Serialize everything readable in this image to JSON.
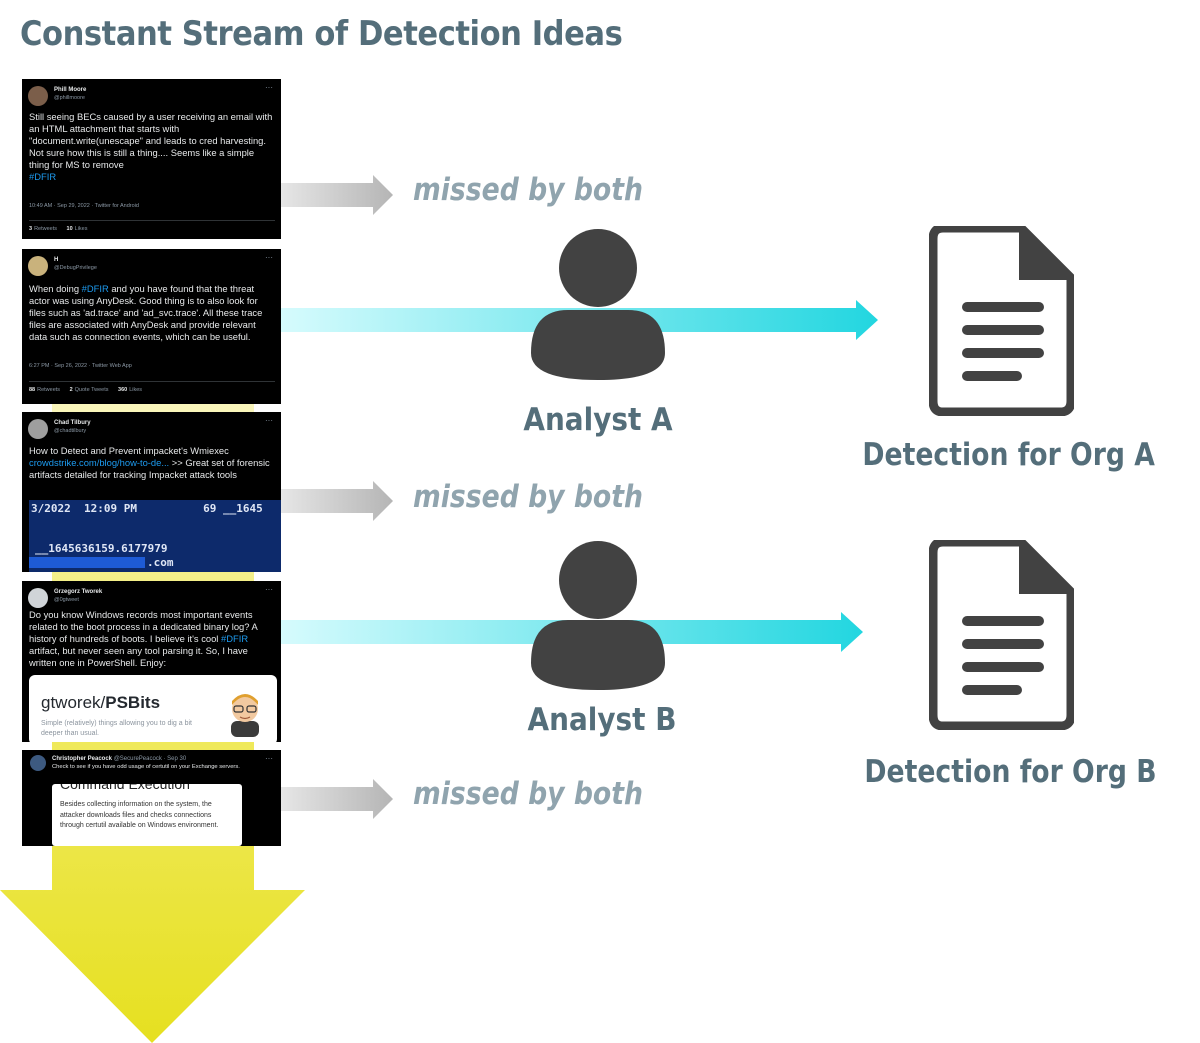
{
  "title": "Constant Stream of Detection Ideas",
  "missed_label": "missed by both",
  "analysts": [
    {
      "label": "Analyst A",
      "detection": "Detection for Org A"
    },
    {
      "label": "Analyst B",
      "detection": "Detection for Org B"
    }
  ],
  "tweets": [
    {
      "name": "Phill Moore",
      "handle": "@phillmoore",
      "body": [
        "Still seeing BECs caused by a user receiving an email with an HTML attachment that starts with \"document.write(unescape\" and leads to cred harvesting.",
        "Not sure how this is still a thing.... Seems like a simple thing for MS to remove"
      ],
      "hashtag": "#DFIR",
      "meta": "10:49 AM · Sep 29, 2022 · Twitter for Android",
      "stats": [
        {
          "n": "3",
          "l": "Retweets"
        },
        {
          "n": "10",
          "l": "Likes"
        }
      ]
    },
    {
      "name": "H",
      "handle": "@DebugPrivilege",
      "body_pre": "When doing ",
      "hashtag": "#DFIR",
      "body_post": " and you have found that the threat actor was using AnyDesk. Good thing is to also look for files such as 'ad.trace' and 'ad_svc.trace'. All these trace files are associated with AnyDesk and provide relevant data such as connection events, which can be useful.",
      "meta": "6:27 PM · Sep 26, 2022 · Twitter Web App",
      "stats": [
        {
          "n": "88",
          "l": "Retweets"
        },
        {
          "n": "2",
          "l": "Quote Tweets"
        },
        {
          "n": "360",
          "l": "Likes"
        }
      ]
    },
    {
      "name": "Chad Tilbury",
      "handle": "@chadtilbury",
      "body_pre": "How to Detect and Prevent impacket's Wmiexec ",
      "link": "crowdstrike.com/blog/how-to-de...",
      "body_post": " >> Great set of forensic artifacts detailed for tracking Impacket attack tools",
      "screen_line1": "3/2022  12:09 PM          69 __1645",
      "screen_line2": "__1645636159.6177979",
      "screen_line3": ".com"
    },
    {
      "name": "Grzegorz Tworek",
      "handle": "@0gtweet",
      "body_pre": "Do you know Windows records most important events related to the boot process in a dedicated binary log? A history of hundreds of boots. I believe it's cool ",
      "hashtag": "#DFIR",
      "body_post": " artifact, but never seen any tool parsing it. So, I have written one in PowerShell. Enjoy:",
      "card_title_pre": "gtworek/",
      "card_title_bold": "PSBits",
      "card_desc": "Simple (relatively) things allowing you to dig a bit deeper than usual."
    },
    {
      "name": "Christopher Peacock",
      "handle": "@SecurePeacock · Sep 30",
      "body": [
        "Check to see if you have odd usage of certutil on your Exchange servers."
      ],
      "card_title": "Command Execution",
      "card_desc": "Besides collecting information on the system, the attacker downloads files and checks connections through certutil available on Windows environment."
    }
  ],
  "colors": {
    "title": "#546e7a",
    "missed": "#90a4ae",
    "cyan_arrow": "#26d6e0",
    "gray_arrow": "#b9b9b9",
    "person": "#424242",
    "document": "#424242",
    "stream": "#ede631"
  }
}
